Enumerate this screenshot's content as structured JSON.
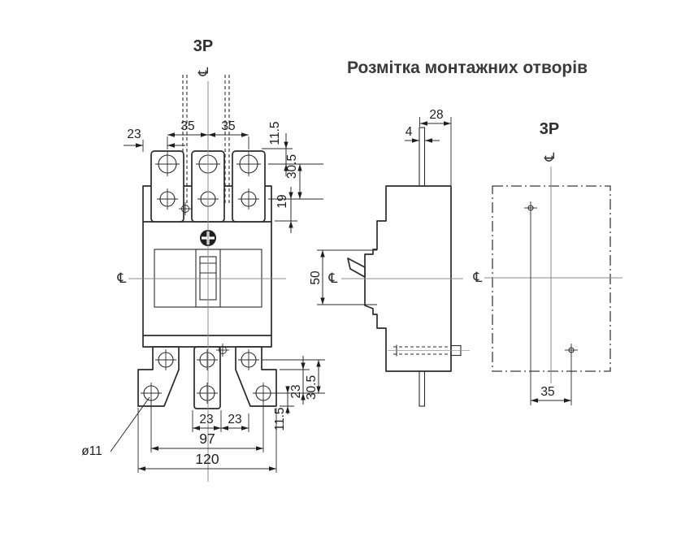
{
  "title": "Розмітка монтажних отворів",
  "symbols": {
    "centerline": "℄"
  },
  "front_view": {
    "label": "3P",
    "dims": {
      "pole_spacing_left": "35",
      "pole_spacing_right": "35",
      "edge_to_first_pole": "23",
      "terminal_top_to_hole": "11.5",
      "terminal_hole_spacing": "30.5",
      "terminal_hole_to_body": "19",
      "bottom_hole_offset_left": "23",
      "bottom_hole_offset_right": "23",
      "mounting_hole_span": "97",
      "overall_width": "120",
      "bottom_foot_to_hole": "11.5",
      "bottom_mid_spacing": "23",
      "bottom_hole_spacing": "30.5",
      "mounting_hole_diameter": "ø11"
    }
  },
  "side_view": {
    "dims": {
      "terminal_to_back": "28",
      "terminal_thickness": "4",
      "handle_recess_height": "50"
    }
  },
  "mounting_layout": {
    "label": "3P",
    "dims": {
      "hole_horizontal_spacing": "35"
    }
  }
}
